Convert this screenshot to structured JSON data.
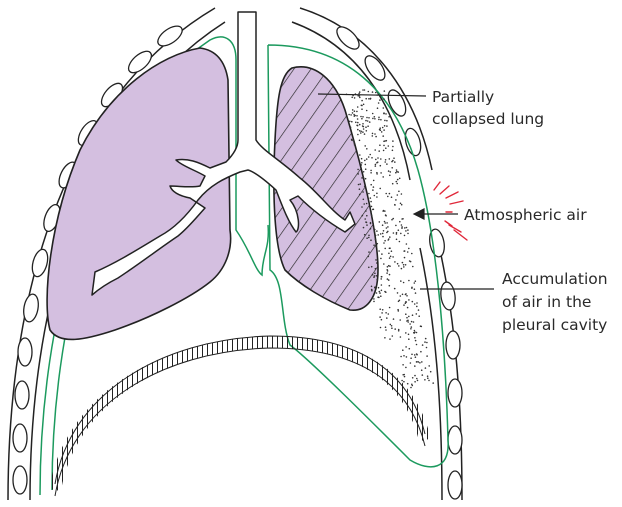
{
  "labels": {
    "partially_collapsed_lung": [
      "Partially",
      "collapsed lung"
    ],
    "atmospheric_air": [
      "Atmospheric air"
    ],
    "accumulation": [
      "Accumulation",
      "of air in the",
      "pleural cavity"
    ]
  },
  "colors": {
    "lung_fill": "#d4bfe0",
    "lung_stroke": "#222222",
    "pleura": "#1c9a5e",
    "air_dots": "#333333",
    "injury_marks": "#e0283a",
    "outline": "#222222"
  }
}
